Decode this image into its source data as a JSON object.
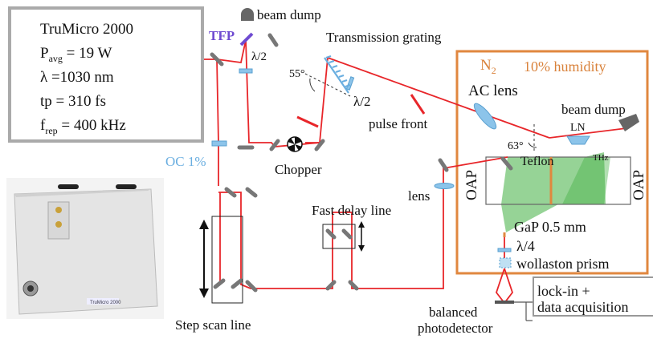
{
  "laser_specs": {
    "model": "TruMicro 2000",
    "p_avg_prefix": "P",
    "p_avg_sub": "avg",
    "p_avg_suffix": " = 19 W",
    "wavelength": "λ =1030 nm",
    "tp": "tp = 310 fs",
    "f_rep_prefix": "f",
    "f_rep_sub": "rep",
    "f_rep_suffix": " = 400 kHz"
  },
  "laser_device_label": "TruMicro 2000",
  "labels": {
    "tfp": "TFP",
    "half_wave_1": "λ/2",
    "oc": "OC 1%",
    "beam_dump_top": "beam dump",
    "transmission_grating": "Transmission grating",
    "angle_55": "55°",
    "half_wave_2": "λ/2",
    "pulse_front": "pulse front",
    "chopper": "Chopper",
    "fast_delay_line": "Fast delay line",
    "step_scan_line": "Step scan line",
    "balanced_photodetector_1": "balanced",
    "balanced_photodetector_2": "photodetector",
    "lens": "lens",
    "n2_base": "N",
    "n2_sub": "2",
    "humidity": "10% humidity",
    "ac_lens": "AC lens",
    "beam_dump_right": "beam dump",
    "ln": "LN",
    "angle_63": "63°",
    "teflon": "Teflon",
    "thz": "THz",
    "oap_left": "OAP",
    "oap_right": "OAP",
    "gap": "GaP 0.5 mm",
    "quarter_wave": "λ/4",
    "wollaston": "wollaston prism",
    "lockin_1": "lock-in +",
    "lockin_2": "data acquisition"
  },
  "colors": {
    "beam": "#e8262a",
    "chamber": "#e0873f",
    "thz": "#3fae3f",
    "optic_blue": "#8cc4ea",
    "mirror": "#777777",
    "tfp": "#6f4bd1"
  }
}
